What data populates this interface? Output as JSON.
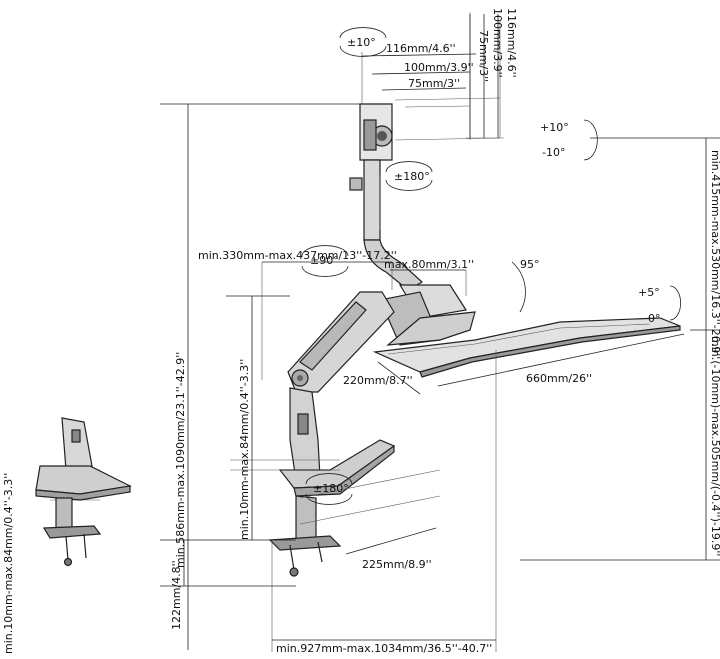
{
  "labels": {
    "rot_top": "±10°",
    "vesa_116_h": "116mm/4.6''",
    "vesa_100_h": "100mm/3.9''",
    "vesa_75_h": "75mm/3''",
    "vesa_116_v": "116mm/4.6''",
    "vesa_100_v": "100mm/3.9''",
    "vesa_75_v": "75mm/3''",
    "tilt_up": "+10°",
    "tilt_down": "-10°",
    "swivel_180_top": "±180°",
    "reach_arm": "min.330mm-max.437mm/13''-17.2''",
    "swivel_90": "±90°",
    "max_80": "max.80mm/3.1''",
    "angle_95": "95°",
    "kb_tilt_up": "+5°",
    "kb_tilt_zero": "0°",
    "height_total": "min.586mm-max.1090mm/23.1''-42.9''",
    "clamp_range": "min.10mm-max.84mm/0.4''-3.3''",
    "clamp_range_small": "min.10mm-max.84mm/0.4''-3.3''",
    "kb_depth": "220mm/8.7''",
    "kb_width": "660mm/26''",
    "swivel_180_bottom": "±180°",
    "monitor_height": "min.415mm-max.530mm/16.3''-20.9''",
    "kb_height": "min.(-10mm)-max.505mm/(-0.4'')-19.9''",
    "base_height": "122mm/4.8''",
    "base_depth": "225mm/8.9''",
    "total_reach": "min.927mm-max.1034mm/36.5''-40.7''"
  }
}
